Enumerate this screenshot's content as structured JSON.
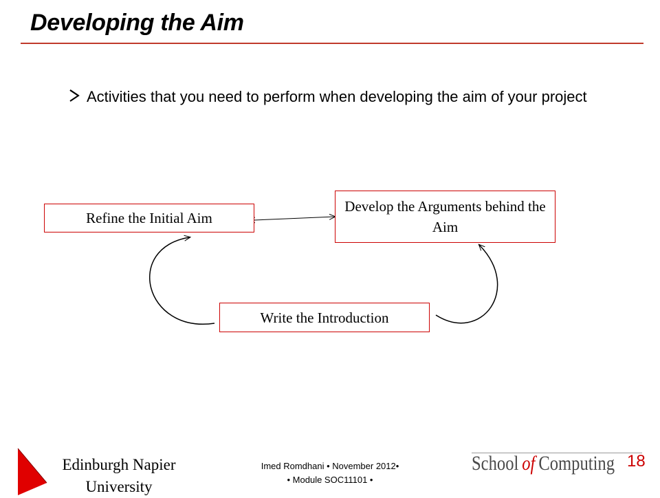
{
  "slide": {
    "title": "Developing the Aim",
    "bullet_text": "Activities that you need to perform when developing the aim of your project"
  },
  "diagram": {
    "refine_label": "Refine the Initial Aim",
    "develop_label": "Develop the Arguments behind the Aim",
    "write_label": "Write the Introduction"
  },
  "footer": {
    "institution": "Edinburgh Napier University",
    "author_line": "Imed Romdhani • November 2012•",
    "module_line": "• Module SOC11101 •",
    "brand_school": "School",
    "brand_of": "of",
    "brand_computing": "Computing",
    "page_number": "18"
  },
  "colors": {
    "accent": "#cc0000",
    "title_rule": "#c0392b"
  }
}
